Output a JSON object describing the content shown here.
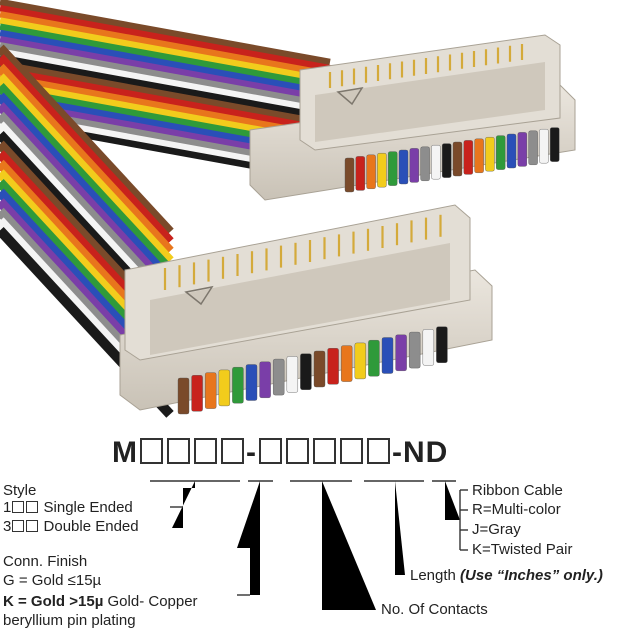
{
  "part_number": {
    "prefix": "M",
    "dash": "-",
    "suffix": "-ND",
    "style_boxes": 4,
    "contact_boxes": 5
  },
  "legend": {
    "style": {
      "title": "Style",
      "single_prefix": "1",
      "single_label": "Single Ended",
      "double_prefix": "3",
      "double_label": "Double Ended"
    },
    "finish": {
      "title": "Conn. Finish",
      "gold_le": "G = Gold ≤15µ",
      "gold_gt_bold": "K = Gold >15µ",
      "gold_gt_rest": " Gold- Copper",
      "gold_gt_line2": "beryllium pin plating"
    },
    "contacts": "No. Of Contacts",
    "length": {
      "label": "Length ",
      "note": "(Use “Inches” only.)"
    },
    "ribbon": {
      "title": "Ribbon Cable",
      "r": "R=Multi-color",
      "j": "J=Gray",
      "k": "K=Twisted Pair"
    }
  },
  "colors": {
    "ribbon": [
      "#7a4a2a",
      "#c8221c",
      "#e8761c",
      "#f2cc1c",
      "#2f9a3a",
      "#2a4fb8",
      "#7a3ea8",
      "#8d8d8d",
      "#f4f4f4",
      "#1a1a1a"
    ],
    "housing": "#dcd6cc",
    "housing_shadow": "#b9b2a6",
    "pin": "#d4aa3a"
  }
}
